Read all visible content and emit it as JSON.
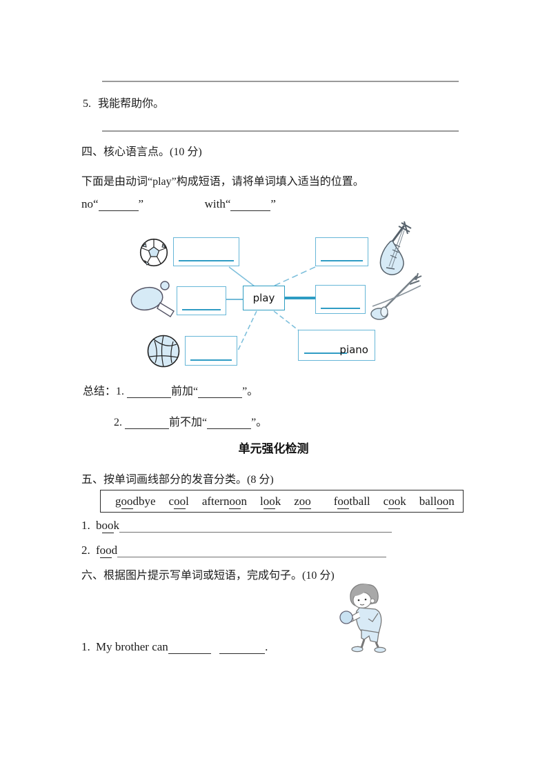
{
  "colors": {
    "box_border": "#66b6d7",
    "accent_blue": "#2f9cc4",
    "illustration_fill": "#d6eaf6",
    "answer_line_gray": "#9a9a9a",
    "text": "#1c1c1c"
  },
  "icons": {
    "soccer": "soccer-ball-icon",
    "pipa": "pipa-icon",
    "paddle": "table-tennis-paddle-icon",
    "erhu": "erhu-icon",
    "basketball": "basketball-icon",
    "boy": "boy-playing-table-tennis-icon"
  },
  "item5": {
    "num": "5.",
    "text": "我能帮助你。"
  },
  "section4": {
    "title": "四、核心语言点。(10 分)",
    "intro": "下面是由动词“play”构成短语，请将单词填入适当的位置。",
    "no_open": "no“",
    "no_close": "”",
    "with_open": "with“",
    "with_close": "”",
    "diagram": {
      "center": "play",
      "piano": "piano"
    },
    "summary": {
      "label": "总结：",
      "item1_num": "1.",
      "item1_mid": "前加“",
      "item1_end": "”。",
      "item2_num": "2.",
      "item2_mid": "前不加“",
      "item2_end": "”。"
    }
  },
  "unit_heading": "单元强化检测",
  "section5": {
    "title": "五、按单词画线部分的发音分类。(8 分)",
    "words": [
      {
        "pre": "g",
        "u": "oo",
        "post": "dbye"
      },
      {
        "pre": "c",
        "u": "oo",
        "post": "l"
      },
      {
        "pre": "aftern",
        "u": "oo",
        "post": "n"
      },
      {
        "pre": "l",
        "u": "oo",
        "post": "k"
      },
      {
        "pre": "z",
        "u": "oo",
        "post": ""
      },
      {
        "pre": "f",
        "u": "oo",
        "post": "tball"
      },
      {
        "pre": "c",
        "u": "oo",
        "post": "k"
      },
      {
        "pre": "ball",
        "u": "oo",
        "post": "n"
      }
    ],
    "item1": {
      "num": "1.",
      "pre": "b",
      "u": "oo",
      "post": "k"
    },
    "item2": {
      "num": "2.",
      "pre": "f",
      "u": "oo",
      "post": "d"
    }
  },
  "section6": {
    "title": "六、根据图片提示写单词或短语，完成句子。(10 分)",
    "sentence1": {
      "num": "1.",
      "text": "My brother can",
      "end": "."
    }
  }
}
